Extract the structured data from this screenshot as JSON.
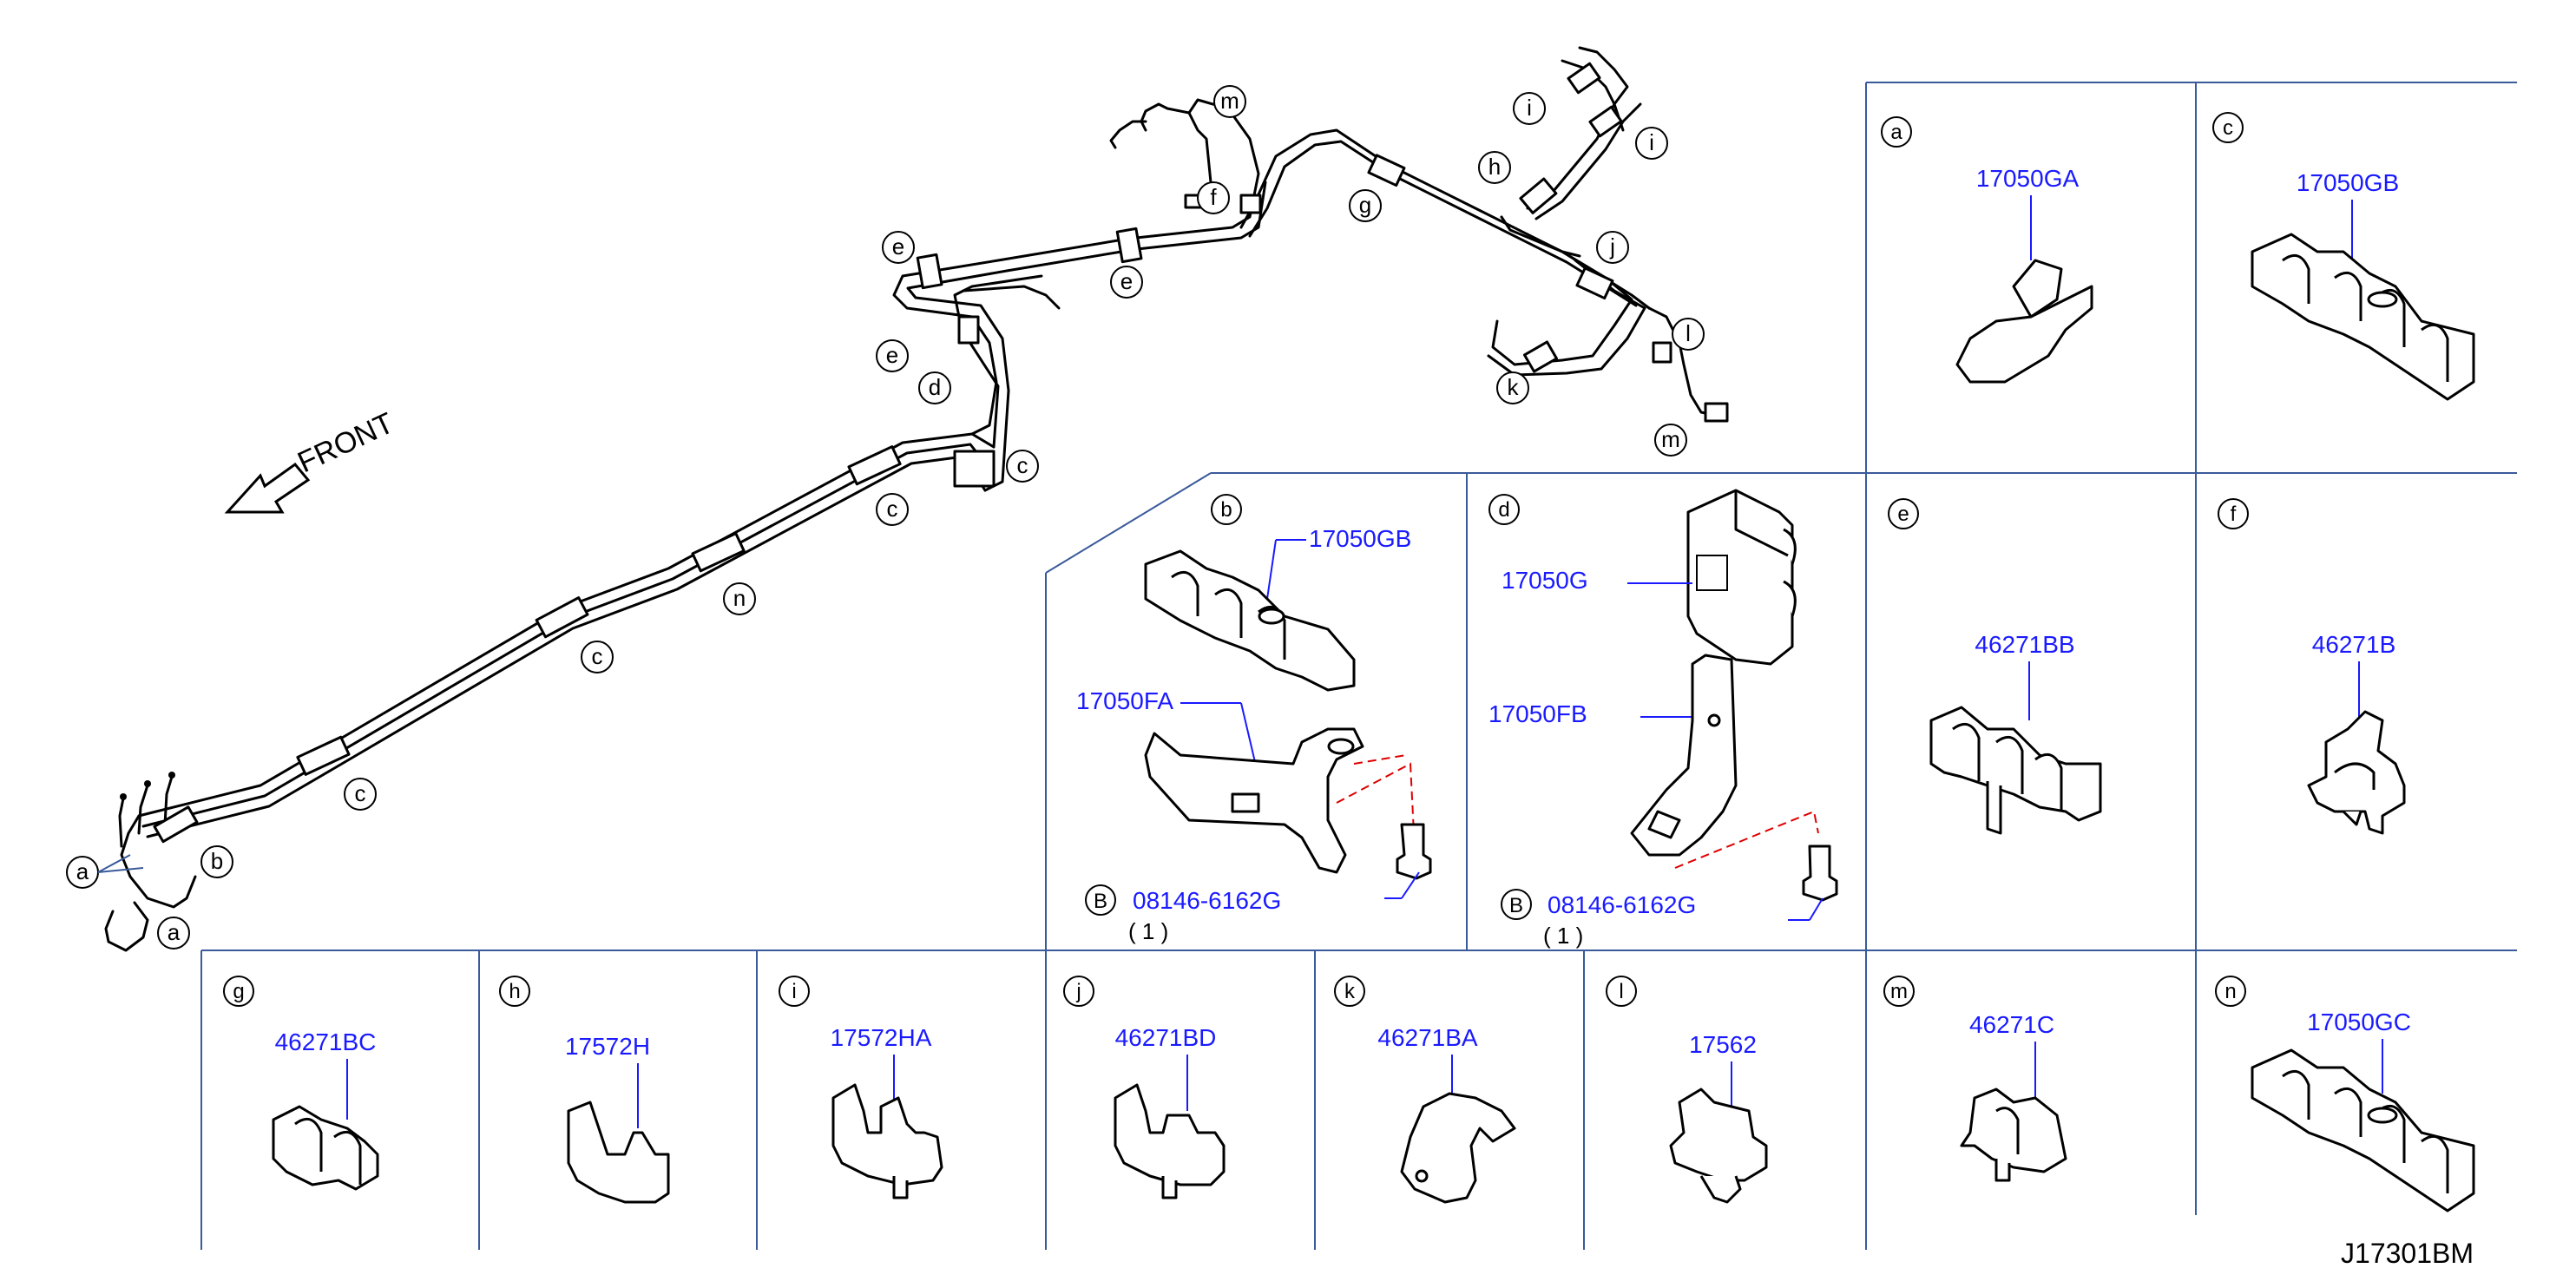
{
  "drawing_id": "J17301BM",
  "front_label": "FRONT",
  "callouts": {
    "a": "a",
    "b": "b",
    "c": "c",
    "d": "d",
    "e": "e",
    "f": "f",
    "g": "g",
    "h": "h",
    "i": "i",
    "j": "j",
    "k": "k",
    "l": "l",
    "m": "m",
    "n": "n"
  },
  "panels": {
    "a": {
      "letter": "a",
      "part": "17050GA"
    },
    "c": {
      "letter": "c",
      "part": "17050GB"
    },
    "b": {
      "letter": "b",
      "part_clip": "17050GB",
      "part_bracket": "17050FA",
      "bolt_ref": "B",
      "bolt_part": "08146-6162G",
      "qty": "( 1 )"
    },
    "d": {
      "letter": "d",
      "part_clip": "17050G",
      "part_bracket": "17050FB",
      "bolt_ref": "B",
      "bolt_part": "08146-6162G",
      "qty": "( 1 )"
    },
    "e": {
      "letter": "e",
      "part": "46271BB"
    },
    "f": {
      "letter": "f",
      "part": "46271B"
    },
    "g": {
      "letter": "g",
      "part": "46271BC"
    },
    "h": {
      "letter": "h",
      "part": "17572H"
    },
    "i": {
      "letter": "i",
      "part": "17572HA"
    },
    "j": {
      "letter": "j",
      "part": "46271BD"
    },
    "k": {
      "letter": "k",
      "part": "46271BA"
    },
    "l": {
      "letter": "l",
      "part": "17562"
    },
    "m": {
      "letter": "m",
      "part": "46271C"
    },
    "n": {
      "letter": "n",
      "part": "17050GC"
    }
  }
}
